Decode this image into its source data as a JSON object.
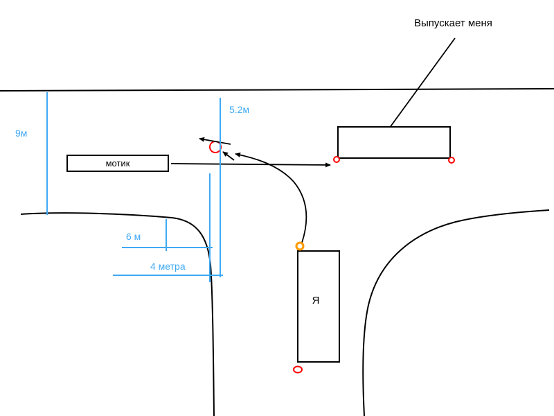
{
  "diagram": {
    "labels": {
      "releases_me": "Выпускает меня",
      "motik": "мотик",
      "me": "Я",
      "dim_9m": "9м",
      "dim_5_2m": "5.2м",
      "dim_6m": "6 м",
      "dim_4m": "4 метра"
    },
    "colors": {
      "measure": "#3fa9f5",
      "marker": "#ff0000",
      "start": "#ff9900",
      "line": "#000000",
      "background": "#ffffff"
    }
  }
}
